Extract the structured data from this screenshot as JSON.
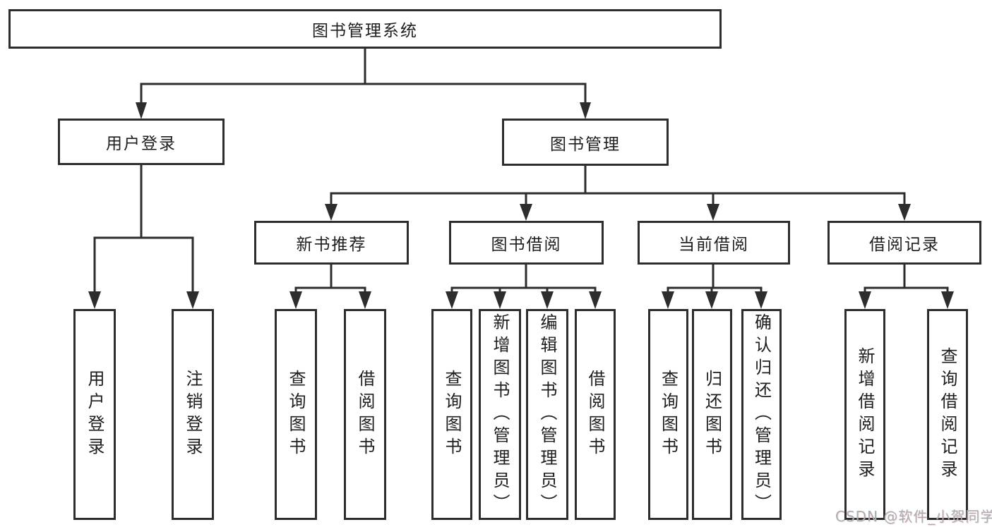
{
  "tree": {
    "label": "图书管理系统",
    "children": [
      {
        "label": "用户登录",
        "children": [
          {
            "label": "用户登录"
          },
          {
            "label": "注销登录"
          }
        ]
      },
      {
        "label": "图书管理",
        "children": [
          {
            "label": "新书推荐",
            "children": [
              {
                "label": "查询图书"
              },
              {
                "label": "借阅图书"
              }
            ]
          },
          {
            "label": "图书借阅",
            "children": [
              {
                "label": "查询图书"
              },
              {
                "label": "新增图书（管理员）"
              },
              {
                "label": "编辑图书（管理员）"
              },
              {
                "label": "借阅图书"
              }
            ]
          },
          {
            "label": "当前借阅",
            "children": [
              {
                "label": "查询图书"
              },
              {
                "label": "归还图书"
              },
              {
                "label": "确认归还（管理员）"
              }
            ]
          },
          {
            "label": "借阅记录",
            "children": [
              {
                "label": "新增借阅记录"
              },
              {
                "label": "查询借阅记录"
              }
            ]
          }
        ]
      }
    ]
  },
  "watermark": {
    "text": "CSDN @软件_小贺同学"
  },
  "colors": {
    "background": "#ffffff",
    "line": "#2d2d2d",
    "box_border": "#2d2d2d",
    "text": "#1e1e1e",
    "watermark": "#a9adb6"
  }
}
